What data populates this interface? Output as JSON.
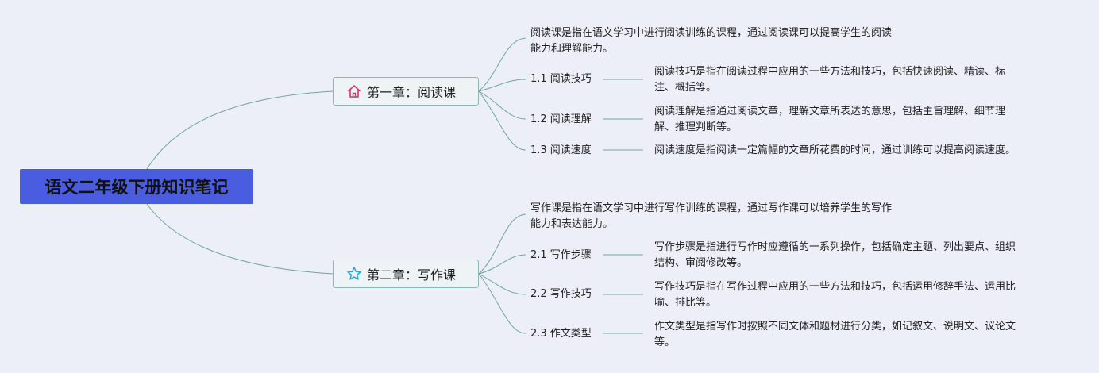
{
  "root": {
    "title": "语文二年级下册知识笔记"
  },
  "chapters": [
    {
      "title": "第一章：阅读课",
      "icon": "house-icon",
      "icon_color": "#d6336c",
      "intro": [
        "阅读课是指在语文学习中进行阅读训练的课程，通过阅读课可以提高学生的阅读",
        "能力和理解能力。"
      ],
      "items": [
        {
          "label": "1.1 阅读技巧",
          "desc": [
            "阅读技巧是指在阅读过程中应用的一些方法和技巧，包括快速阅读、精读、标",
            "注、概括等。"
          ]
        },
        {
          "label": "1.2 阅读理解",
          "desc": [
            "阅读理解是指通过阅读文章，理解文章所表达的意思，包括主旨理解、细节理",
            "解、推理判断等。"
          ]
        },
        {
          "label": "1.3 阅读速度",
          "desc": [
            "阅读速度是指阅读一定篇幅的文章所花费的时间，通过训练可以提高阅读速度。"
          ]
        }
      ]
    },
    {
      "title": "第二章：写作课",
      "icon": "star-icon",
      "icon_color": "#2aa7d8",
      "intro": [
        "写作课是指在语文学习中进行写作训练的课程，通过写作课可以培养学生的写作",
        "能力和表达能力。"
      ],
      "items": [
        {
          "label": "2.1 写作步骤",
          "desc": [
            "写作步骤是指进行写作时应遵循的一系列操作，包括确定主题、列出要点、组织",
            "结构、审阅修改等。"
          ]
        },
        {
          "label": "2.2 写作技巧",
          "desc": [
            "写作技巧是指在写作过程中应用的一些方法和技巧，包括运用修辞手法、运用比",
            "喻、排比等。"
          ]
        },
        {
          "label": "2.3 作文类型",
          "desc": [
            "作文类型是指写作时按照不同文体和题材进行分类，如记叙文、说明文、议论文",
            "等。"
          ]
        }
      ]
    }
  ]
}
